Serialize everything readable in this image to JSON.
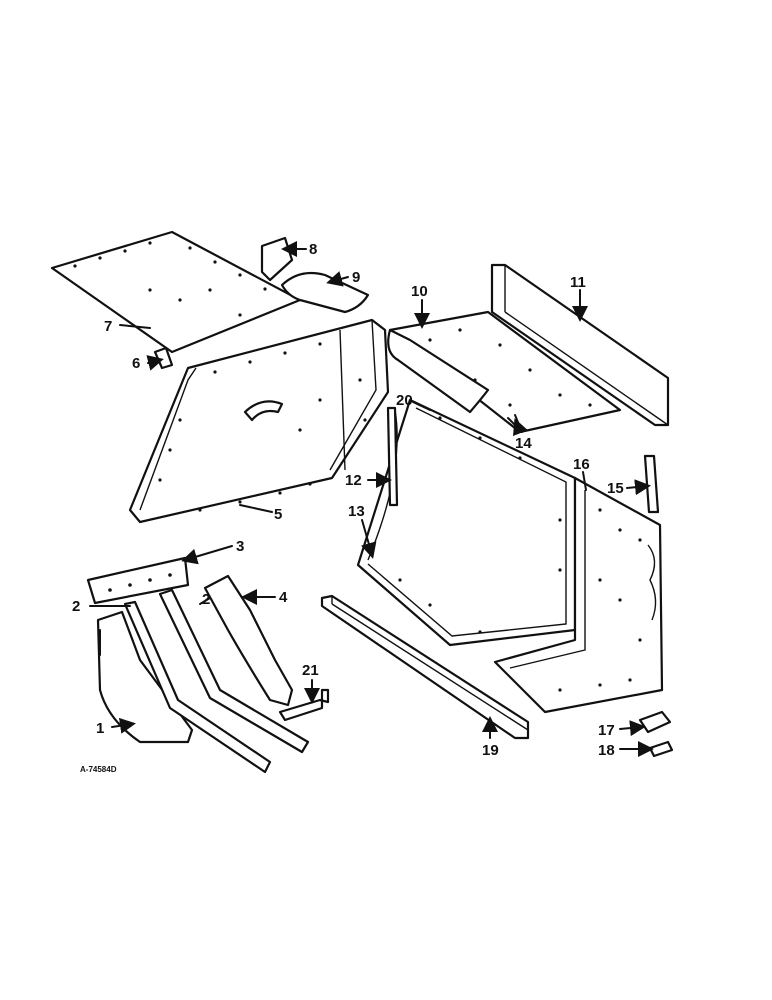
{
  "diagram": {
    "drawing_code": "A-74584D",
    "callouts": [
      "1",
      "2",
      "2",
      "3",
      "4",
      "5",
      "6",
      "7",
      "8",
      "9",
      "10",
      "11",
      "12",
      "13",
      "14",
      "15",
      "16",
      "17",
      "18",
      "19",
      "20",
      "21"
    ]
  }
}
